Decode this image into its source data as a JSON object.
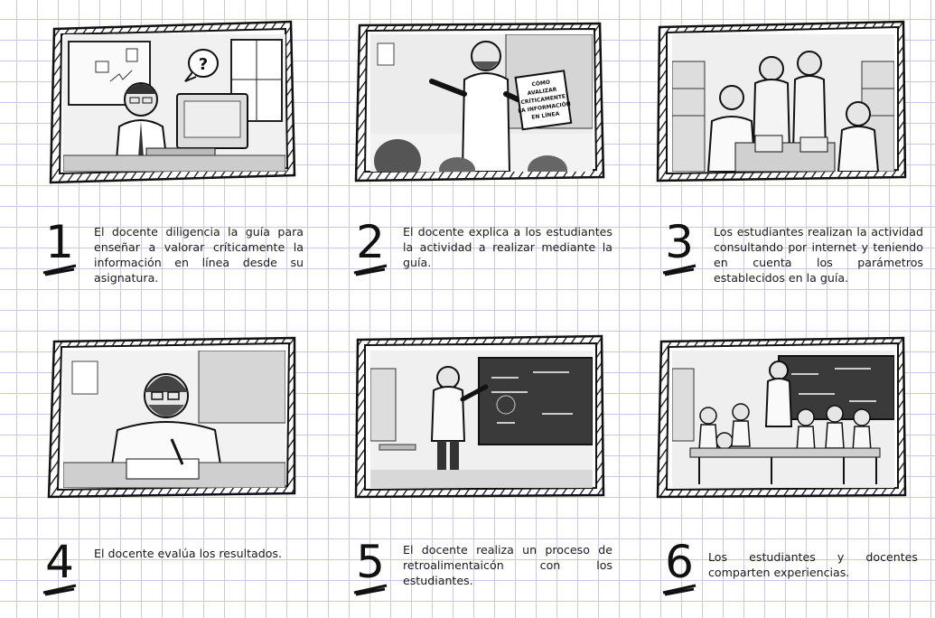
{
  "steps": [
    {
      "number": "1",
      "caption": "El docente diligencia la guía para enseñar a valorar críticamente la información en línea desde su asignatura.",
      "scene_icon": "teacher-computer-question-icon",
      "bubble": "?"
    },
    {
      "number": "2",
      "caption": "El docente explica a los estudiantes la actividad a realizar mediante la guía.",
      "scene_icon": "teacher-presenting-icon",
      "poster": [
        "CÓMO",
        "AVALIZAR",
        "CRÍTICAMENTE",
        "LA INFORMACIÓN",
        "EN LÍNEA"
      ]
    },
    {
      "number": "3",
      "caption": "Los estudiantes realizan la actividad consultando por internet y teniendo en cuenta los parámetros establecidos en la guía.",
      "scene_icon": "students-library-icon"
    },
    {
      "number": "4",
      "caption": "El docente evalúa los resultados.",
      "scene_icon": "teacher-grading-icon"
    },
    {
      "number": "5",
      "caption": "El docente realiza un proceso de retroalimentaicón con los estudiantes.",
      "scene_icon": "teacher-blackboard-icon"
    },
    {
      "number": "6",
      "caption": "Los estudiantes y docentes comparten experiencias.",
      "scene_icon": "classroom-group-icon"
    }
  ]
}
